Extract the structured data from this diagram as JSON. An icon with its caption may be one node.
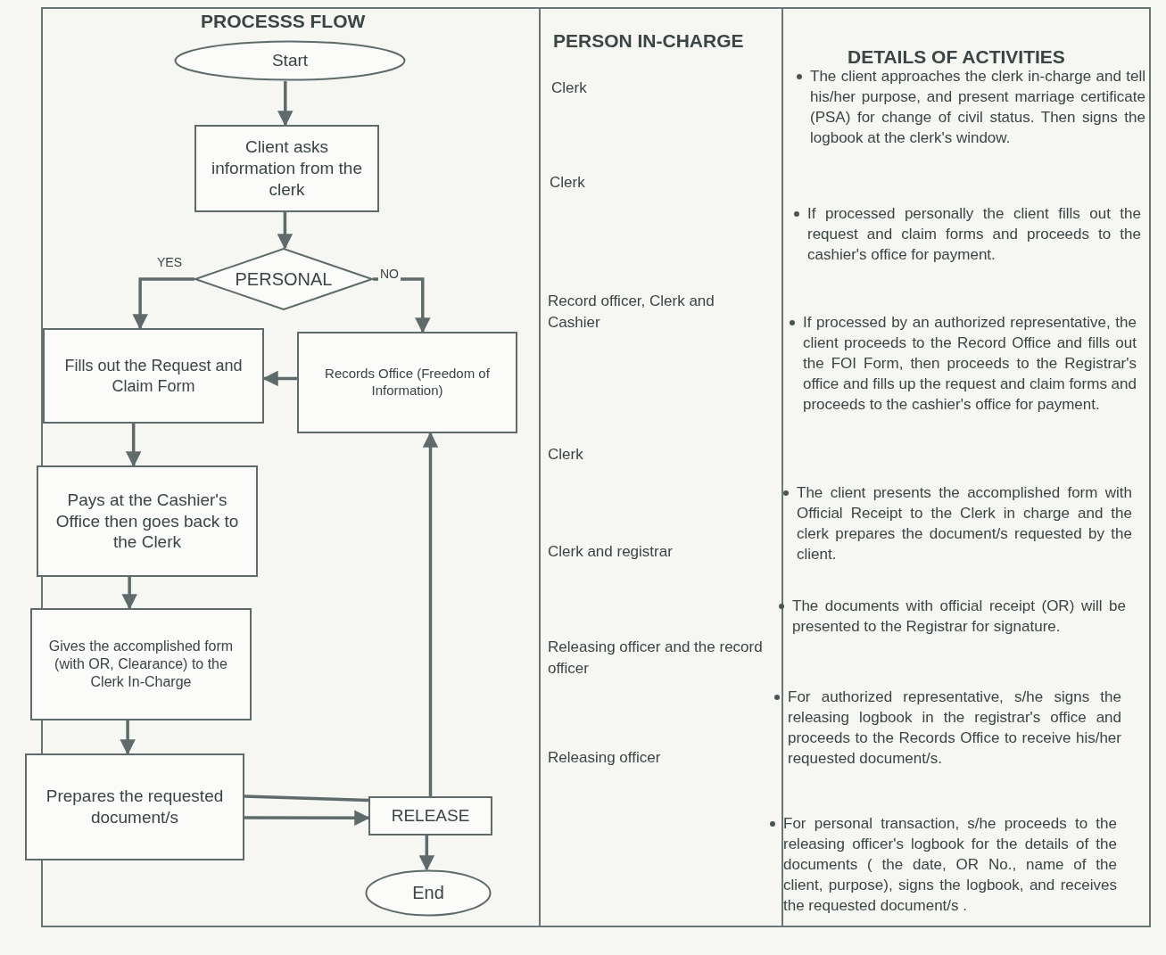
{
  "diagram": {
    "nodes": [
      {
        "text": [
          "Start"
        ]
      },
      {
        "text": [
          "Client asks information from the clerk"
        ]
      },
      {
        "text": [
          "PERSONAL"
        ]
      },
      {
        "text": [
          "Fills out the Request and Claim Form"
        ]
      },
      {
        "text": [
          "Records Office (Freedom of Information)"
        ]
      },
      {
        "text": [
          "Pays at the Cashier's Office then goes back to the Clerk"
        ]
      },
      {
        "text": [
          "Gives the accomplished form (with OR, Clearance) to the Clerk In-Charge"
        ]
      },
      {
        "text": [
          "Prepares the requested document/s"
        ]
      },
      {
        "text": [
          "RELEASE"
        ]
      },
      {
        "text": [
          "End"
        ]
      }
    ],
    "edges": [
      {
        "from": 0,
        "to": 1,
        "arrow": "to"
      },
      {
        "from": 1,
        "to": 2,
        "arrow": "to"
      },
      {
        "from": 2,
        "to": 3,
        "arrow": "to",
        "label": "YES"
      },
      {
        "from": 2,
        "to": 4,
        "arrow": "to",
        "label": "NO"
      },
      {
        "from": 4,
        "to": 3,
        "arrow": "to"
      },
      {
        "from": 3,
        "to": 5,
        "arrow": "to"
      },
      {
        "from": 5,
        "to": 6,
        "arrow": "to"
      },
      {
        "from": 6,
        "to": 7,
        "arrow": "to"
      },
      {
        "from": 7,
        "to": 8,
        "arrow": "to"
      },
      {
        "from": 7,
        "to": 8,
        "arrow": "none"
      },
      {
        "from": 8,
        "to": 4,
        "arrow": "to"
      },
      {
        "from": 8,
        "to": 9,
        "arrow": "to"
      }
    ],
    "labels": [
      "PROCESSS FLOW",
      "PERSON IN-CHARGE",
      "DETAILS OF ACTIVITIES",
      "Clerk",
      "Clerk",
      "Record officer, Clerk and Cashier",
      "Clerk",
      "Clerk and registrar",
      "Releasing officer and the record officer",
      "Releasing officer",
      "The client approaches the clerk in-charge and tell his/her purpose, and present marriage certificate (PSA) for change of civil status. Then signs the logbook at the clerk's window.",
      "If processed personally the client fills out the request and claim forms and proceeds to the cashier's office for payment.",
      "If processed by an authorized representative, the client proceeds to the Record Office and fills out the FOI Form, then proceeds to the Registrar's office and fills up the request and claim forms and proceeds to the cashier's office for payment.",
      "The client presents the accomplished form with Official Receipt to the Clerk in charge and the clerk prepares the document/s requested by the client.",
      "The documents with official receipt (OR) will be presented to the Registrar for signature.",
      "For authorized representative, s/he signs the releasing logbook in the registrar's office and proceeds to the Records Office to receive his/her requested document/s.",
      "For personal transaction, s/he proceeds to the releasing officer's logbook for the details of the documents ( the date, OR No., name of the client, purpose), signs the logbook, and receives the requested document/s ."
    ]
  }
}
